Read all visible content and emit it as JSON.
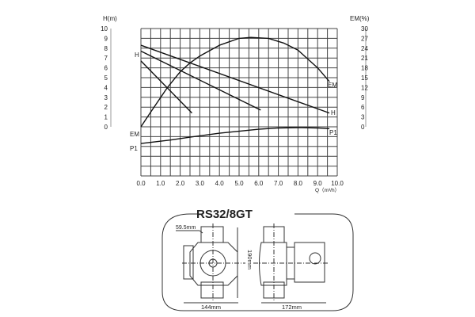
{
  "chart_data": {
    "type": "line",
    "xlabel": "Q（m³/h）",
    "ylabel_left": "H(m)",
    "ylabel_right": "EM(%)",
    "xlim": [
      0,
      10
    ],
    "ylim_left": [
      0,
      10
    ],
    "ylim_right": [
      0,
      30
    ],
    "grid": true,
    "x_ticks": [
      "0.0",
      "1.0",
      "2.0",
      "3.0",
      "4.0",
      "5.0",
      "6.0",
      "7.0",
      "8.0",
      "9.0",
      "10.0"
    ],
    "y_ticks_left": [
      "0",
      "1",
      "2",
      "3",
      "4",
      "5",
      "6",
      "7",
      "8",
      "9",
      "10"
    ],
    "y_ticks_right": [
      "0",
      "3",
      "6",
      "9",
      "12",
      "15",
      "18",
      "21",
      "24",
      "27",
      "30"
    ],
    "series": [
      {
        "name": "H",
        "axis": "left",
        "points": [
          [
            0,
            8.3
          ],
          [
            9.6,
            1.4
          ]
        ]
      },
      {
        "name": "",
        "axis": "left",
        "points": [
          [
            0,
            7.7
          ],
          [
            6.1,
            1.7
          ]
        ]
      },
      {
        "name": "",
        "axis": "left",
        "points": [
          [
            0,
            6.7
          ],
          [
            2.6,
            1.4
          ]
        ]
      },
      {
        "name": "EM",
        "axis": "right",
        "points": [
          [
            0,
            0
          ],
          [
            0.5,
            4.5
          ],
          [
            1.35,
            12
          ],
          [
            2,
            16.8
          ],
          [
            2.5,
            19.5
          ],
          [
            3,
            21.6
          ],
          [
            4,
            24.9
          ],
          [
            5,
            27
          ],
          [
            5.6,
            27.3
          ],
          [
            6.5,
            27
          ],
          [
            7.3,
            25.5
          ],
          [
            8,
            23.4
          ],
          [
            9,
            18
          ],
          [
            9.6,
            13.8
          ]
        ]
      },
      {
        "name": "P1",
        "axis": "none",
        "points": [
          [
            0,
            -1.7
          ],
          [
            1.5,
            -1.35
          ],
          [
            2.5,
            -1.05
          ],
          [
            4,
            -0.65
          ],
          [
            5,
            -0.45
          ],
          [
            6,
            -0.25
          ],
          [
            7,
            -0.12
          ],
          [
            8,
            -0.08
          ],
          [
            9,
            -0.12
          ],
          [
            9.6,
            -0.2
          ]
        ]
      }
    ],
    "curve_labels": {
      "h_left": "H",
      "h_right": "H",
      "em_left": "EM",
      "em_right": "EM",
      "p1_left": "P1",
      "p1_right": "P1"
    }
  },
  "drawing": {
    "model": "RS32/8GT",
    "dim_port": "59.5mm",
    "dim_height": "190mm",
    "dim_width_front": "144mm",
    "dim_width_side": "172mm"
  }
}
